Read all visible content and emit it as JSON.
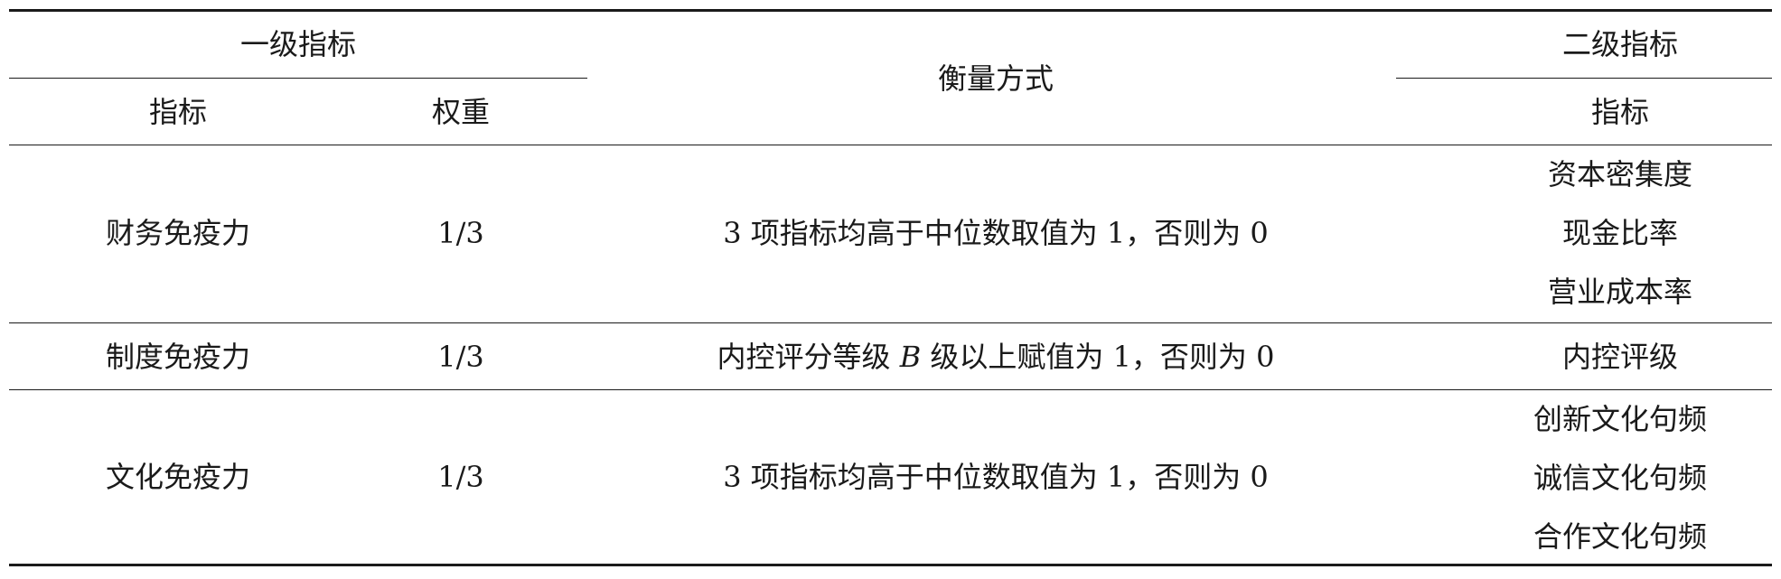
{
  "header": {
    "group_level1": "一级指标",
    "col_indicator": "指标",
    "col_weight": "权重",
    "col_method": "衡量方式",
    "group_level2": "二级指标",
    "col_sub_indicator": "指标"
  },
  "rows": [
    {
      "indicator": "财务免疫力",
      "weight": "1/3",
      "method": "3 项指标均高于中位数取值为 1，否则为 0",
      "sub_indicators": [
        "资本密集度",
        "现金比率",
        "营业成本率"
      ]
    },
    {
      "indicator": "制度免疫力",
      "weight": "1/3",
      "method_prefix": "内控评分等级 ",
      "method_italic": "B",
      "method_suffix": " 级以上赋值为 1，否则为 0",
      "sub_indicators": [
        "内控评级"
      ]
    },
    {
      "indicator": "文化免疫力",
      "weight": "1/3",
      "method": "3 项指标均高于中位数取值为 1，否则为 0",
      "sub_indicators": [
        "创新文化句频",
        "诚信文化句频",
        "合作文化句频"
      ]
    }
  ]
}
